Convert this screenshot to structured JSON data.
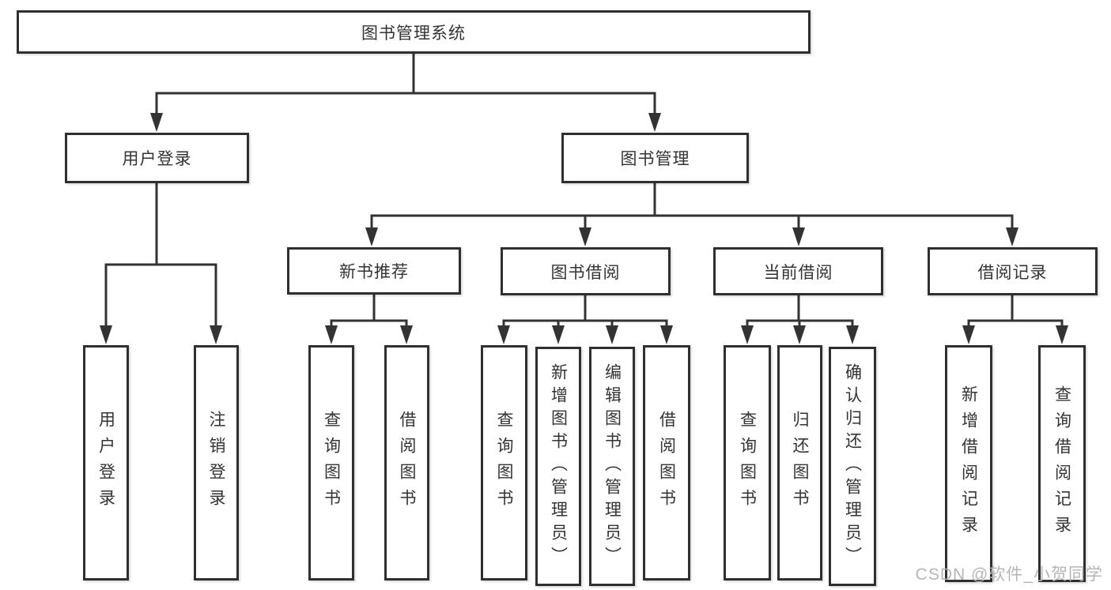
{
  "diagram_type": "function-structure-tree",
  "watermark": "CSDN @软件_小贺同学",
  "colors": {
    "background": "#ffffff",
    "box_border": "#2f2f2f",
    "connector_line": "#333333",
    "text": "#333333",
    "watermark_text": "#b2b2b2"
  },
  "tree": {
    "label": "图书管理系统",
    "children": [
      {
        "label": "用户登录",
        "children": [
          {
            "label": "用户登录"
          },
          {
            "label": "注销登录"
          }
        ]
      },
      {
        "label": "图书管理",
        "children": [
          {
            "label": "新书推荐",
            "children": [
              {
                "label": "查询图书"
              },
              {
                "label": "借阅图书"
              }
            ]
          },
          {
            "label": "图书借阅",
            "children": [
              {
                "label": "查询图书"
              },
              {
                "label": "新增图书（管理员）"
              },
              {
                "label": "编辑图书（管理员）"
              },
              {
                "label": "借阅图书"
              }
            ]
          },
          {
            "label": "当前借阅",
            "children": [
              {
                "label": "查询图书"
              },
              {
                "label": "归还图书"
              },
              {
                "label": "确认归还（管理员）"
              }
            ]
          },
          {
            "label": "借阅记录",
            "children": [
              {
                "label": "新增借阅记录"
              },
              {
                "label": "查询借阅记录"
              }
            ]
          }
        ]
      }
    ]
  }
}
